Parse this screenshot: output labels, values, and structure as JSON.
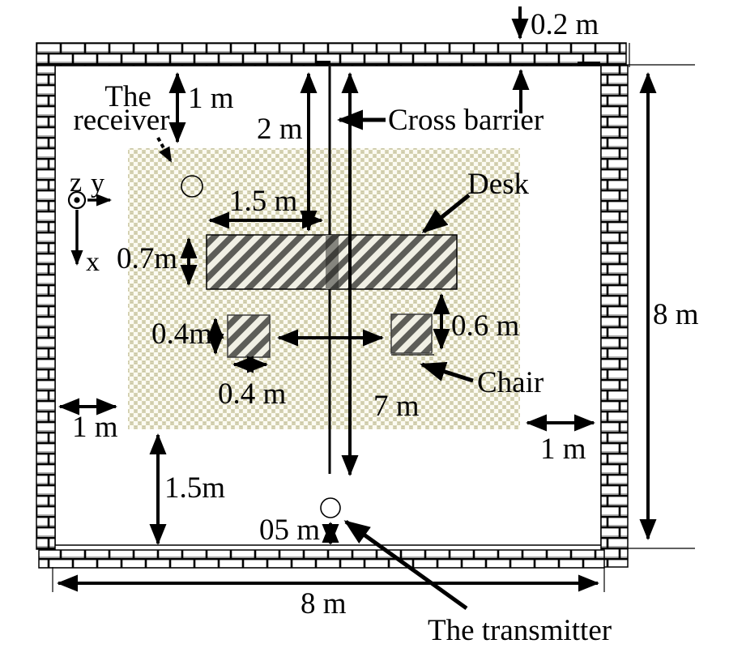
{
  "figure": {
    "type": "room-layout-diagram",
    "colors": {
      "carpet_khaki": "#dbd8b9",
      "hatch_stripe": "#5d5d58",
      "line_black": "#000000",
      "brick_white": "#ffffff"
    },
    "labels": {
      "wall_thickness": "0.2 m",
      "receiver_line1": "The",
      "receiver_line2": "receiver",
      "rx_to_wall": "1 m",
      "wall_to_desk": "2 m",
      "cross_barrier": "Cross barrier",
      "desk": "Desk",
      "axis_z": "z",
      "axis_y": "y",
      "axis_x": "x",
      "desk_offset": "1.5 m",
      "desk_depth": "0.7m",
      "chair_size_v": "0.4m",
      "chair_size_h": "0.4 m",
      "desk_chair_gap": "0.6 m",
      "chair": "Chair",
      "barrier_length": "7 m",
      "wall_to_carpet_left": "1 m",
      "carpet_to_wall_right": "1 m",
      "carpet_to_wall_bottom": "1.5m",
      "tx_to_wall": "05 m",
      "room_width": "8 m",
      "room_height": "8 m",
      "transmitter": "The transmitter"
    }
  }
}
